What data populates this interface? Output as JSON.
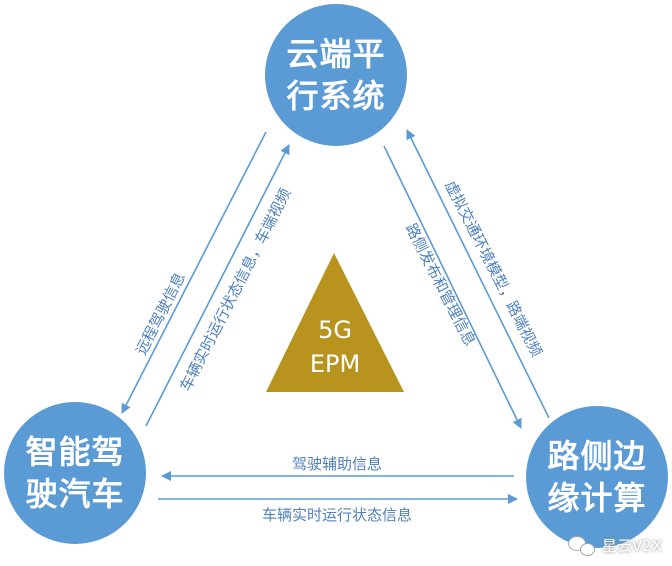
{
  "nodes": {
    "top": "云端平\n行系统",
    "left": "智能驾\n驶汽车",
    "right": "路侧边\n缘计算"
  },
  "center": {
    "line1": "5G",
    "line2": "EPM"
  },
  "edges": {
    "left_outer": "远程驾驶信息",
    "left_inner": "车辆实时运行状态信息，车端视频",
    "right_outer": "虚拟交通环境模型，路端视频",
    "right_inner": "路侧发布和管理信息",
    "bottom_top": "驾驶辅助信息",
    "bottom_bottom": "车辆实时运行状态信息"
  },
  "watermark": "星云V2X",
  "colors": {
    "node": "#5b9bd5",
    "arrow": "#5b9bd5",
    "label": "#4f81bd",
    "triangle": "#b8941f"
  }
}
